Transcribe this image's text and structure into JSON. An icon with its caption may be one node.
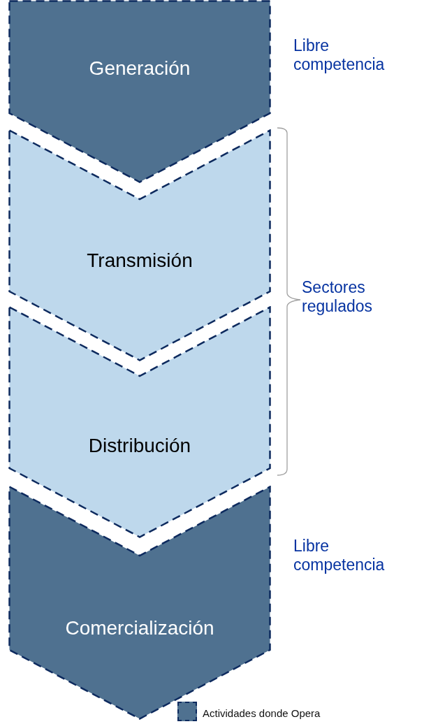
{
  "diagram": {
    "nodes": [
      {
        "text": [
          "Generación"
        ],
        "beside": [
          "Libre competencia"
        ]
      },
      {
        "text": [
          "Transmisión"
        ]
      },
      {
        "text": [
          "Distribución"
        ]
      },
      {
        "text": [
          "Comercialización"
        ],
        "beside": [
          "Libre competencia"
        ]
      }
    ],
    "labels": [
      "Sectores regulados"
    ],
    "legend": [
      {
        "text": "Actividades donde Opera",
        "color": "#4f7190"
      }
    ]
  }
}
